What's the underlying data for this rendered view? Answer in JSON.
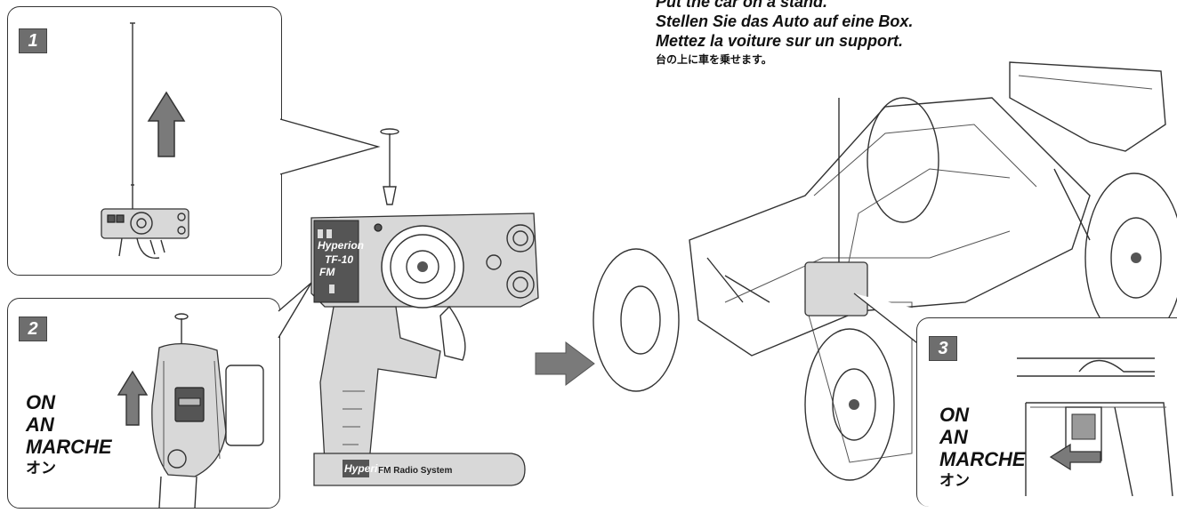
{
  "instructions": {
    "en": "Put the car on a stand.",
    "de": "Stellen Sie das Auto auf eine Box.",
    "fr": "Mettez la voiture sur un support.",
    "jp": "台の上に車を乗せます。"
  },
  "steps": [
    {
      "number": "1"
    },
    {
      "number": "2",
      "on_label": [
        "ON",
        "AN",
        "MARCHE",
        "オン"
      ]
    },
    {
      "number": "3",
      "on_label": [
        "ON",
        "AN",
        "MARCHE",
        "オン"
      ]
    }
  ],
  "transmitter": {
    "brand": "Hyperion",
    "model": "TF-10",
    "band": "FM",
    "footer_brand": "Hyperion",
    "footer_text": "FM Radio System"
  },
  "icons": {
    "up_arrow": "up-arrow-icon",
    "right_arrow": "right-arrow-icon",
    "left_arrow": "left-arrow-icon"
  },
  "colors": {
    "badge": "#6e6e6e",
    "arrow": "#7a7a7a",
    "outline": "#333333"
  }
}
